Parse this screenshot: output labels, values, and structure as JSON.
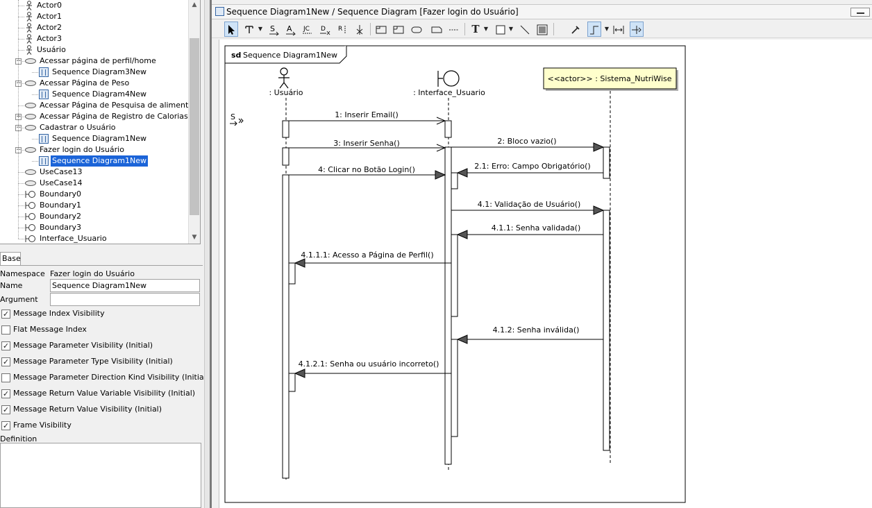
{
  "tree": {
    "items": [
      {
        "label": "Actor0",
        "icon": "actor-icon"
      },
      {
        "label": "Actor1",
        "icon": "actor-icon"
      },
      {
        "label": "Actor2",
        "icon": "actor-icon"
      },
      {
        "label": "Actor3",
        "icon": "actor-icon"
      },
      {
        "label": "Usuário",
        "icon": "actor-icon"
      },
      {
        "label": "Acessar página de perfil/home",
        "icon": "usecase-icon",
        "expanded": true
      },
      {
        "label": "Sequence Diagram3New",
        "icon": "sequence-diagram-icon"
      },
      {
        "label": "Acessar Página de Peso",
        "icon": "usecase-icon",
        "expanded": true
      },
      {
        "label": "Sequence Diagram4New",
        "icon": "sequence-diagram-icon"
      },
      {
        "label": "Acessar Página de Pesquisa de alimentos",
        "icon": "usecase-icon"
      },
      {
        "label": "Acessar Página de Registro de Calorias",
        "icon": "usecase-icon",
        "expanded": false
      },
      {
        "label": "Cadastrar o Usuário",
        "icon": "usecase-icon",
        "expanded": true
      },
      {
        "label": "Sequence Diagram1New",
        "icon": "sequence-diagram-icon"
      },
      {
        "label": "Fazer login do Usuário",
        "icon": "usecase-icon",
        "expanded": true
      },
      {
        "label": "Sequence Diagram1New",
        "icon": "sequence-diagram-icon",
        "selected": true
      },
      {
        "label": "UseCase13",
        "icon": "usecase-icon"
      },
      {
        "label": "UseCase14",
        "icon": "usecase-icon"
      },
      {
        "label": "Boundary0",
        "icon": "boundary-icon"
      },
      {
        "label": "Boundary1",
        "icon": "boundary-icon"
      },
      {
        "label": "Boundary2",
        "icon": "boundary-icon"
      },
      {
        "label": "Boundary3",
        "icon": "boundary-icon"
      },
      {
        "label": "Interface_Usuario",
        "icon": "boundary-icon"
      }
    ]
  },
  "properties": {
    "tab": "Base",
    "namespace_label": "Namespace",
    "namespace_value": "Fazer login do Usuário",
    "name_label": "Name",
    "name_value": "Sequence Diagram1New",
    "argument_label": "Argument",
    "argument_value": "",
    "checks": [
      {
        "label": "Message Index Visibility",
        "checked": true
      },
      {
        "label": "Flat Message Index",
        "checked": false
      },
      {
        "label": "Message Parameter Visibility (Initial)",
        "checked": true
      },
      {
        "label": "Message Parameter Type Visibility (Initial)",
        "checked": true
      },
      {
        "label": "Message Parameter Direction Kind Visibility (Initial)",
        "checked": false
      },
      {
        "label": "Message Return Value Variable Visibility (Initial)",
        "checked": true
      },
      {
        "label": "Message Return Value Visibility (Initial)",
        "checked": true
      },
      {
        "label": "Frame Visibility",
        "checked": true
      }
    ],
    "definition_label": "Definition"
  },
  "window": {
    "title": "Sequence Diagram1New / Sequence Diagram [Fazer login do Usuário]"
  },
  "toolbar": {
    "tools": [
      "select-tool",
      "note-tool",
      "message-tool",
      "create-message-tool",
      "reply-message-tool",
      "destroy-message-tool",
      "found-message-tool",
      "stop-tool",
      "combined-fragment-tool",
      "interaction-use-tool",
      "state-invariant-tool",
      "continuation-tool",
      "gate-tool",
      "text-tool",
      "rectangle-tool",
      "line-tool",
      "image-tool",
      "pin-tool",
      "connector-style-tool",
      "fit-tool",
      "toggle-tool"
    ],
    "text_tool_glyph": "T"
  },
  "diagram": {
    "frame_keyword": "sd",
    "frame_name": "Sequence Diagram1New",
    "lifelines": [
      {
        "name": ": Usuário",
        "kind": "actor"
      },
      {
        "name": ": Interface_Usuario",
        "kind": "boundary"
      },
      {
        "name": "<<actor>> : Sistema_NutriWise",
        "kind": "object",
        "fill": "#ffffcc"
      }
    ],
    "found_message_glyph": "S",
    "messages": [
      {
        "label": "1: Inserir Email()",
        "from": 0,
        "to": 1,
        "kind": "call"
      },
      {
        "label": "2: Bloco vazio()",
        "from": 1,
        "to": 2,
        "kind": "call"
      },
      {
        "label": "2.1: Erro: Campo Obrigatório()",
        "from": 2,
        "to": 1,
        "kind": "reply"
      },
      {
        "label": "3: Inserir Senha()",
        "from": 0,
        "to": 1,
        "kind": "call"
      },
      {
        "label": "4: Clicar no Botão Login()",
        "from": 0,
        "to": 1,
        "kind": "call"
      },
      {
        "label": "4.1: Validação de Usuário()",
        "from": 1,
        "to": 2,
        "kind": "call"
      },
      {
        "label": "4.1.1: Senha validada()",
        "from": 2,
        "to": 1,
        "kind": "reply"
      },
      {
        "label": "4.1.1.1: Acesso a Página de Perfil()",
        "from": 1,
        "to": 0,
        "kind": "reply"
      },
      {
        "label": "4.1.2: Senha inválida()",
        "from": 2,
        "to": 1,
        "kind": "reply"
      },
      {
        "label": "4.1.2.1: Senha ou usuário incorreto()",
        "from": 1,
        "to": 0,
        "kind": "reply"
      }
    ]
  },
  "colors": {
    "selection": "#1b64d8",
    "object_fill": "#ffffcc",
    "activation_fill": "#ffffff",
    "line": "#000000"
  }
}
